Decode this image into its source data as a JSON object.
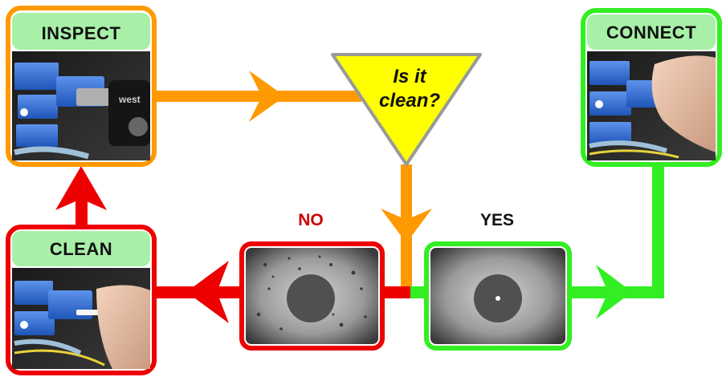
{
  "steps": {
    "inspect": "INSPECT",
    "clean": "CLEAN",
    "connect": "CONNECT"
  },
  "decision": {
    "line1": "Is it",
    "line2": "clean?"
  },
  "branches": {
    "no": "NO",
    "yes": "YES"
  },
  "colors": {
    "orange": "#ff9900",
    "red": "#ee0000",
    "green": "#33ee22",
    "label_bg": "#a8f0a8",
    "decision_fill": "#ffff00",
    "decision_stroke": "#999999",
    "no_label": "#cc0000",
    "connector_blue": "#2f6fd6",
    "fiber_yellow": "#e8d23a"
  }
}
